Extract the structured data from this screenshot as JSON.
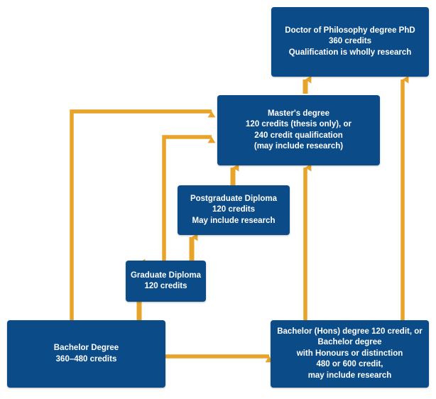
{
  "diagram": {
    "title_text_color": "#ffffff",
    "box_color": "#0b4c88",
    "arrow_color": "#e8a42a",
    "background_color": "#ffffff",
    "nodes": [
      {
        "id": "phd",
        "name": "doctor-of-philosophy",
        "text": "Doctor of Philosophy degree PhD\n360 credits\nQualification is wholly research"
      },
      {
        "id": "masters",
        "name": "masters-degree",
        "text": "Master's degree\n120 credits (thesis only), or\n240 credit qualification\n(may include research)"
      },
      {
        "id": "pgdip",
        "name": "postgraduate-diploma",
        "text": "Postgraduate Diploma\n120 credits\nMay include research"
      },
      {
        "id": "gradip",
        "name": "graduate-diploma",
        "text": "Graduate Diploma\n120 credits"
      },
      {
        "id": "bachelor",
        "name": "bachelor-degree",
        "text": "Bachelor Degree\n360–480 credits"
      },
      {
        "id": "bachelorhons",
        "name": "bachelor-hons-degree",
        "text": "Bachelor (Hons) degree 120 credit, or\nBachelor degree\nwith Honours or distinction\n480 or 600 credit,\nmay include research"
      }
    ],
    "edges": [
      {
        "id": "e1",
        "name": "edge-bachelor-to-masters",
        "from": "bachelor",
        "to": "masters",
        "style": "elbow-left-long"
      },
      {
        "id": "e2",
        "name": "edge-graduate-diploma-to-masters",
        "from": "gradip",
        "to": "masters",
        "style": "elbow-left-short"
      },
      {
        "id": "e3",
        "name": "edge-postgraduate-diploma-to-masters",
        "from": "pgdip",
        "to": "masters",
        "style": "vertical"
      },
      {
        "id": "e4",
        "name": "edge-bachelor-hons-to-masters",
        "from": "bachelorhons",
        "to": "masters",
        "style": "vertical"
      },
      {
        "id": "e5",
        "name": "edge-masters-to-phd",
        "from": "masters",
        "to": "phd",
        "style": "vertical"
      },
      {
        "id": "e6",
        "name": "edge-bachelor-hons-to-phd",
        "from": "bachelorhons",
        "to": "phd",
        "style": "vertical"
      },
      {
        "id": "e7",
        "name": "edge-bachelor-to-graduate-diploma",
        "from": "bachelor",
        "to": "gradip",
        "style": "vertical"
      },
      {
        "id": "e8",
        "name": "edge-graduate-diploma-to-postgraduate-diploma",
        "from": "gradip",
        "to": "pgdip",
        "style": "vertical"
      },
      {
        "id": "e9",
        "name": "edge-bachelor-to-bachelor-hons",
        "from": "bachelor",
        "to": "bachelorhons",
        "style": "horizontal"
      }
    ]
  }
}
